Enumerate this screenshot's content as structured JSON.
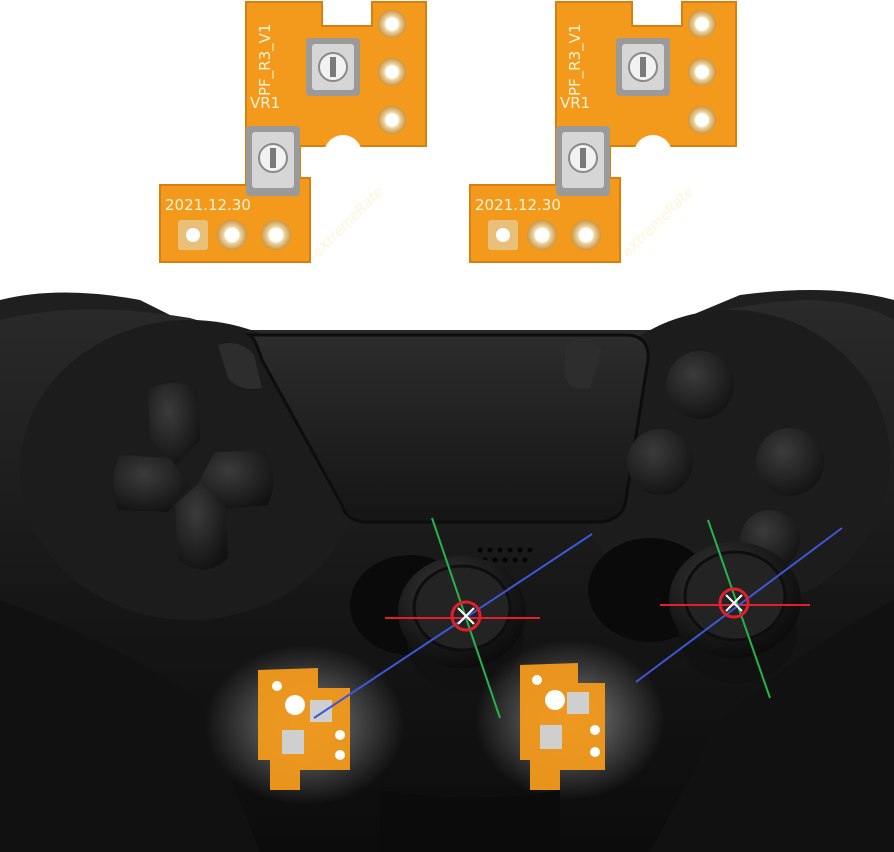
{
  "boards": [
    {
      "label_top": "PF_R3_V1",
      "label_vr": "VR1",
      "date": "2021.12.30",
      "brand": "eXtremeRate"
    },
    {
      "label_top": "PF_R3_V1",
      "label_vr": "VR1",
      "date": "2021.12.30",
      "brand": "eXtremeRate"
    }
  ],
  "colors": {
    "pcb_orange": "#f39a1c",
    "pcb_dark": "#d97f10",
    "pad_gold": "#e9c07a",
    "controller_black": "#1a1a1a",
    "axis_red": "#e0202a",
    "axis_green": "#26b34a",
    "axis_blue": "#3c58d8"
  }
}
